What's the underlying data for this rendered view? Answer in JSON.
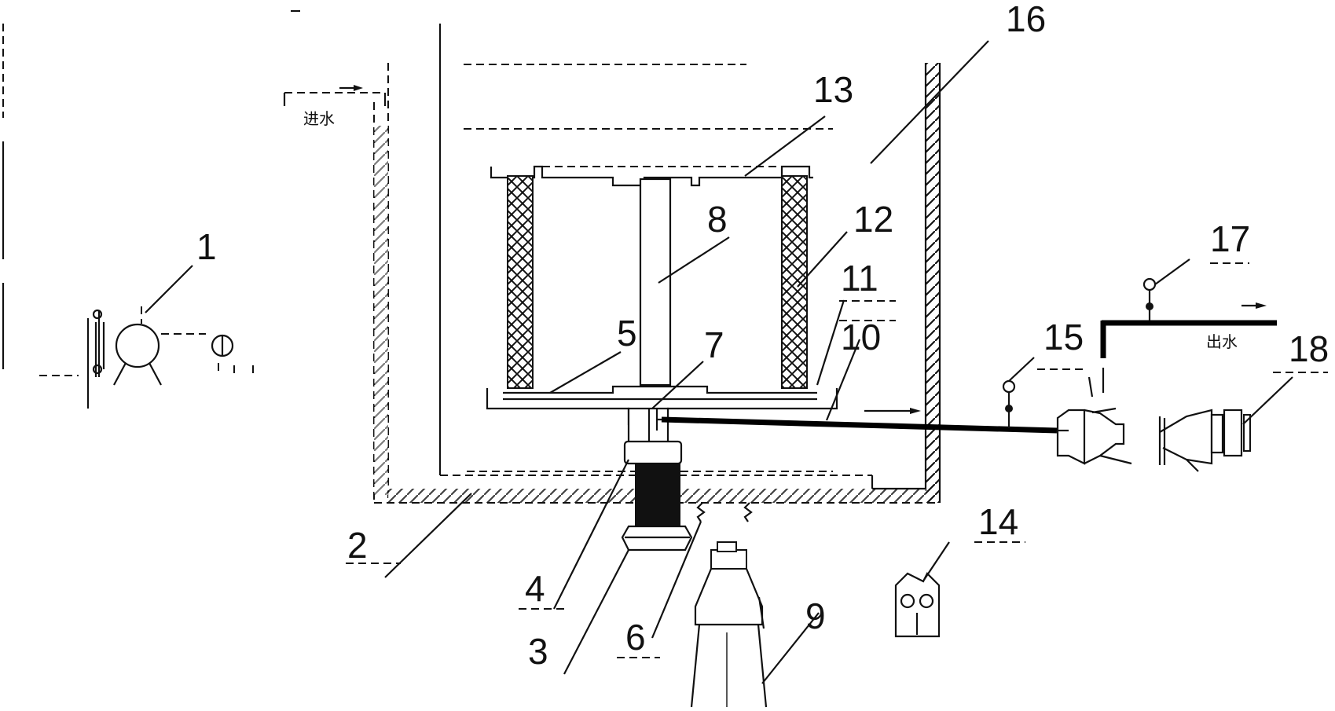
{
  "diagram": {
    "labels": [
      {
        "id": "1",
        "text": "1"
      },
      {
        "id": "2",
        "text": "2"
      },
      {
        "id": "3",
        "text": "3"
      },
      {
        "id": "4",
        "text": "4"
      },
      {
        "id": "5",
        "text": "5"
      },
      {
        "id": "6",
        "text": "6"
      },
      {
        "id": "7",
        "text": "7"
      },
      {
        "id": "8",
        "text": "8"
      },
      {
        "id": "9",
        "text": "9"
      },
      {
        "id": "10",
        "text": "10"
      },
      {
        "id": "11",
        "text": "11"
      },
      {
        "id": "12",
        "text": "12"
      },
      {
        "id": "13",
        "text": "13"
      },
      {
        "id": "14",
        "text": "14"
      },
      {
        "id": "15",
        "text": "15"
      },
      {
        "id": "16",
        "text": "16"
      },
      {
        "id": "17",
        "text": "17"
      },
      {
        "id": "18",
        "text": "18"
      }
    ],
    "inlet_text": "进水",
    "outlet_text": "出水"
  }
}
